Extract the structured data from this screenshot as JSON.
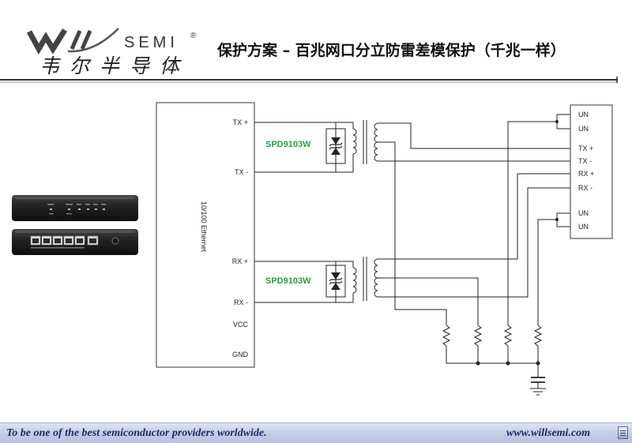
{
  "logo": {
    "wordmark": "Will",
    "semi": "SEMI",
    "registered": "®",
    "chinese": "韦尔半导体"
  },
  "title": "保护方案 – 百兆网口分立防雷差模保护（千兆一样）",
  "diagram": {
    "phy_label": "10/100 Ethernet",
    "phy_pins": [
      "TX +",
      "TX -",
      "RX +",
      "RX -",
      "VCC",
      "GND"
    ],
    "tvs_upper": "SPD9103W",
    "tvs_lower": "SPD9103W",
    "connector_pins": [
      "UN",
      "UN",
      "TX +",
      "TX -",
      "RX +",
      "RX -",
      "UN",
      "UN"
    ]
  },
  "footer": {
    "slogan": "To be one of the best semiconductor providers worldwide.",
    "url": "www.willsemi.com"
  },
  "colors": {
    "tvs_label": "#2f9a45",
    "footer_text": "#1b2a6b",
    "footer_bg": "#c3cce6",
    "wire": "#222222"
  }
}
